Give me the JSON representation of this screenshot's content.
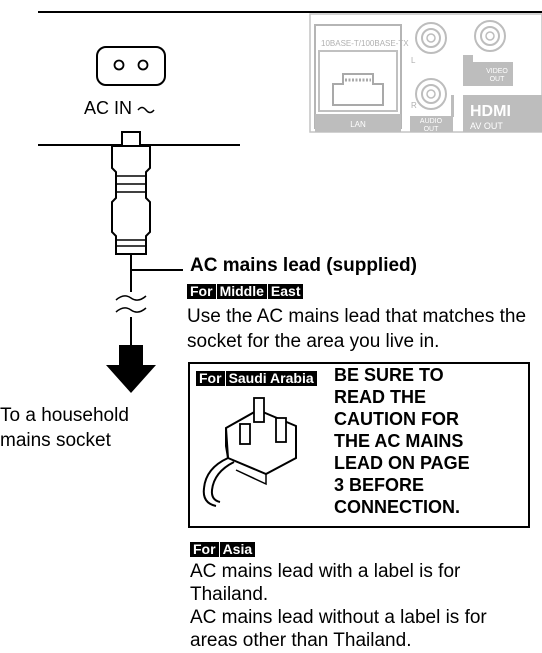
{
  "panel": {
    "ac_in_label": "AC IN",
    "lan_spec": "10BASE-T/100BASE-TX",
    "lan_label": "LAN",
    "audio_out_label_1": "AUDIO",
    "audio_out_label_2": "OUT",
    "video_out_label_1": "VIDEO",
    "video_out_label_2": "OUT",
    "hdmi_logo": "HDMI",
    "av_out_label": "AV OUT",
    "channel_l": "L",
    "channel_r": "R"
  },
  "lead": {
    "title": "AC mains lead (supplied)",
    "middle_east_tags": [
      "For",
      "Middle",
      "East"
    ],
    "middle_east_text": "Use the AC mains lead that matches the socket for the area you live in."
  },
  "socket": {
    "label": "To a household mains socket"
  },
  "saudi": {
    "tags": [
      "For",
      "Saudi Arabia"
    ],
    "caution": "BE SURE TO\nREAD THE\nCAUTION FOR\nTHE AC MAINS\nLEAD ON PAGE\n3 BEFORE\nCONNECTION."
  },
  "asia": {
    "tags": [
      "For",
      "Asia"
    ],
    "text_1": "AC mains lead with a label is for Thailand.",
    "text_2": "AC mains lead without a label is for areas other than Thailand."
  },
  "colors": {
    "line": "#000000",
    "panel_grey": "#b8b8b8",
    "panel_light": "#e6e6e6"
  }
}
